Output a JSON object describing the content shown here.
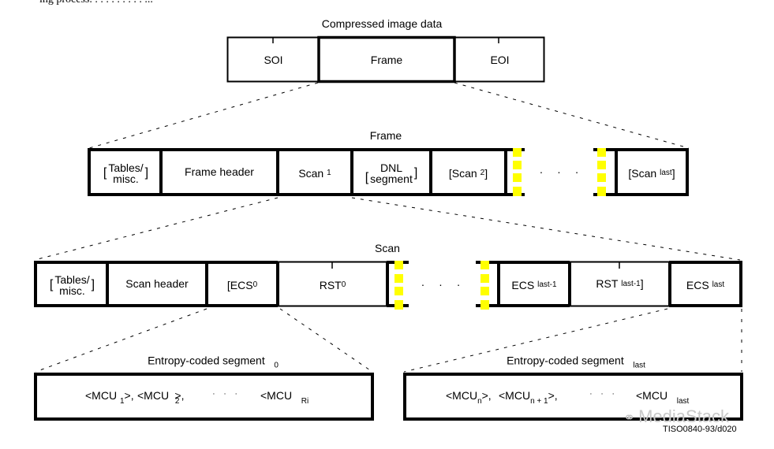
{
  "top_text_fragment": "ing process. . . . . .  . . . . ...",
  "compressed": {
    "title": "Compressed image data",
    "cells": [
      "SOI",
      "Frame",
      "EOI"
    ]
  },
  "frame": {
    "title": "Frame",
    "tables_line1": "Tables/",
    "tables_line2": "misc.",
    "header": "Frame header",
    "scan1_base": "Scan",
    "scan1_sub": "1",
    "dnl_line1": "DNL",
    "dnl_line2": "segment",
    "scan2_base": "[Scan",
    "scan2_sub": "2",
    "scan2_close": "]",
    "ellipsis": "· · ·",
    "scanlast_base": "[Scan",
    "scanlast_sub": "last",
    "scanlast_close": "]"
  },
  "scan": {
    "title": "Scan",
    "tables_line1": "Tables/",
    "tables_line2": "misc.",
    "header": "Scan header",
    "ecs0_base": "[ECS",
    "ecs0_sub": "0",
    "rst0_base": "RST",
    "rst0_sub": "0",
    "ellipsis": "· · ·",
    "ecslm1_base": "ECS",
    "ecslm1_sub": "last-1",
    "rstlm1_base": "RST",
    "rstlm1_sub": "last-1",
    "rstlm1_close": "]",
    "ecslast_base": "ECS",
    "ecslast_sub": "last"
  },
  "ecs0": {
    "title_base": "Entropy-coded segment",
    "title_sub": "0",
    "mcu1_open": "<MCU",
    "mcu1_sub": "1",
    "mcu1_close": ">,",
    "mcu2_open": "<MCU",
    "mcu2_sub": "2",
    "mcu2_close": ">,",
    "ellipsis": "· · ·",
    "mcuri_open": "<MCU",
    "mcuri_sub": "Ri",
    "mcuri_close": ">"
  },
  "ecslast": {
    "title_base": "Entropy-coded segment",
    "title_sub": "last",
    "mcun_open": "<MCU",
    "mcun_sub": "n",
    "mcun_close": ">,",
    "mcun1_open": "<MCU",
    "mcun1_sub": "n + 1",
    "mcun1_close": ">,",
    "ellipsis": "· · ·",
    "mculast_open": "<MCU",
    "mculast_sub": "last",
    "mculast_close": ">"
  },
  "figure_id": "TISO0840-93/d020",
  "watermark": "MediaStack",
  "colors": {
    "marker": "#ffff00",
    "line": "#000000",
    "watermark": "#c8c8c8"
  }
}
